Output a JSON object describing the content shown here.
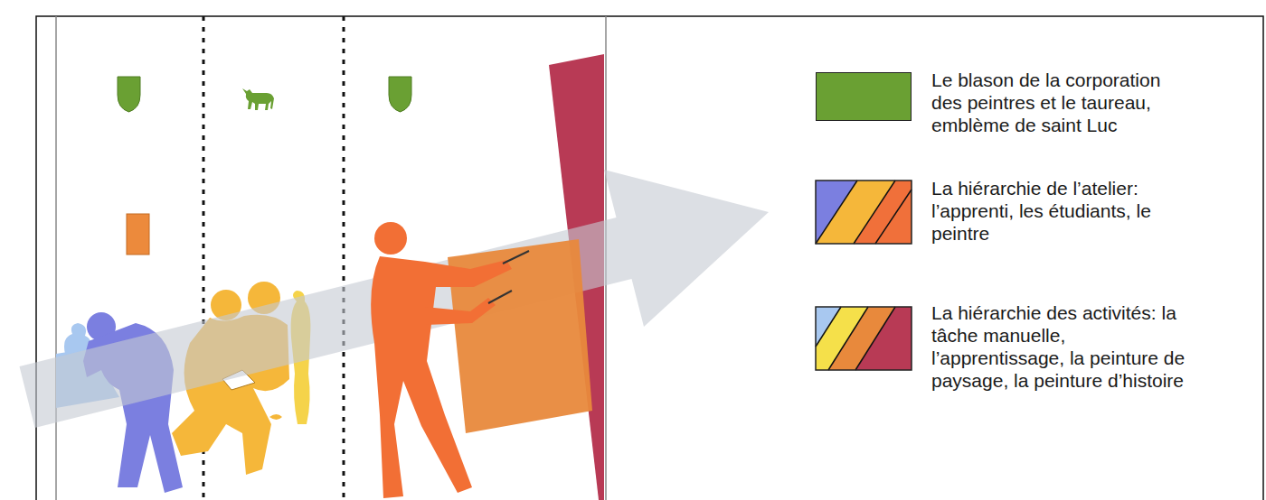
{
  "diagram": {
    "legend": [
      {
        "text": "Le blason de la corporation des peintres et le taureau, emblème de saint Luc",
        "color": "#6aa033"
      },
      {
        "text": "La hiérarchie de l’atelier: l’apprenti, les étudiants, le peintre"
      },
      {
        "text": "La hiérarchie des activités: la tâche manuelle, l’apprentissage, la peinture de paysage, la peinture d’histoire"
      }
    ]
  }
}
